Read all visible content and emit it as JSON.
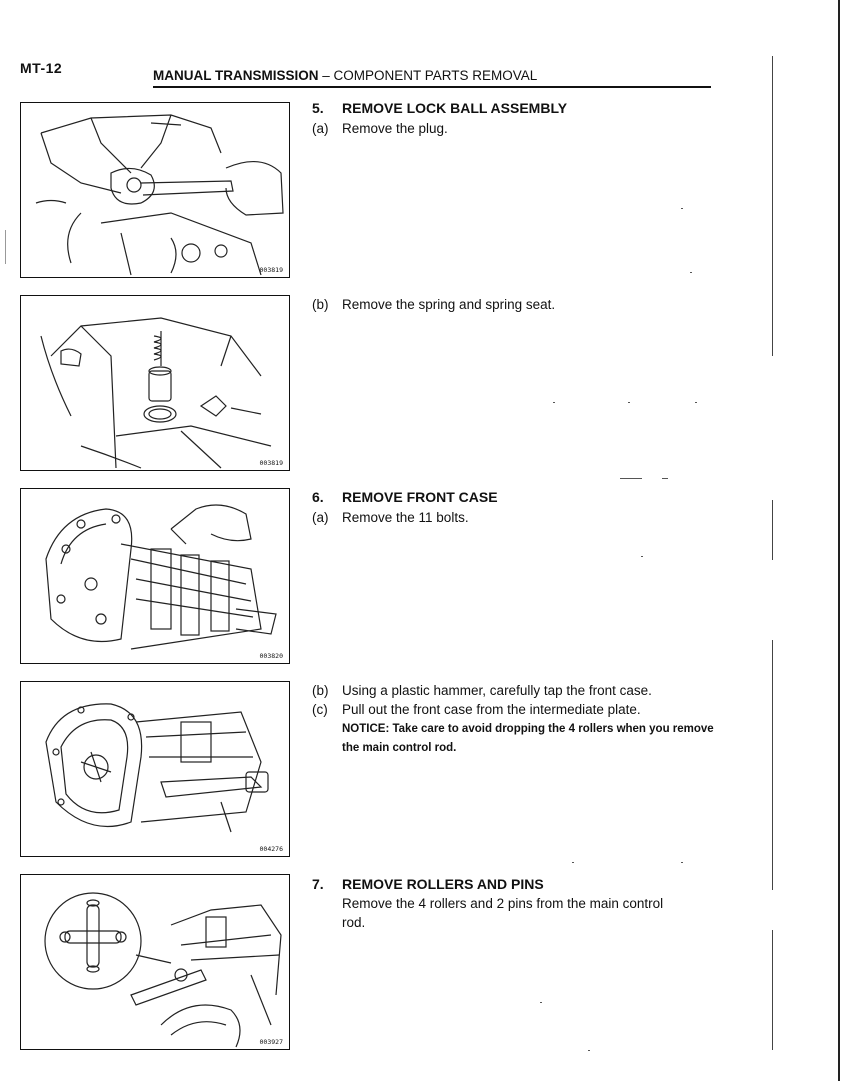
{
  "page_id": "MT-12",
  "header": {
    "main": "MANUAL TRANSMISSION",
    "separator": " – ",
    "section": "COMPONENT PARTS REMOVAL"
  },
  "steps": [
    {
      "number": "5.",
      "title": "REMOVE LOCK BALL ASSEMBLY",
      "substeps": [
        {
          "letter": "(a)",
          "text": "Remove the plug."
        },
        {
          "letter": "(b)",
          "text": "Remove the spring and spring seat."
        }
      ]
    },
    {
      "number": "6.",
      "title": "REMOVE FRONT CASE",
      "substeps": [
        {
          "letter": "(a)",
          "text": "Remove the 11 bolts."
        },
        {
          "letter": "(b)",
          "text": "Using a plastic hammer, carefully tap the front case."
        },
        {
          "letter": "(c)",
          "text": "Pull out the front case from the intermediate plate."
        }
      ],
      "notice_label": "NOTICE:",
      "notice_text": " Take care to avoid dropping the 4 rollers when you remove the main control rod."
    },
    {
      "number": "7.",
      "title": "REMOVE ROLLERS AND PINS",
      "body_line1": "Remove the 4 rollers and 2 pins from the main control",
      "body_line2": "rod."
    }
  ],
  "figures": [
    {
      "code": "003819",
      "icon": "wrench-on-plug-illustration"
    },
    {
      "code": "003819",
      "icon": "spring-and-seat-illustration"
    },
    {
      "code": "003820",
      "icon": "transmission-bolts-illustration"
    },
    {
      "code": "004276",
      "icon": "hammer-tap-case-illustration"
    },
    {
      "code": "003927",
      "icon": "rollers-and-pins-illustration"
    }
  ]
}
